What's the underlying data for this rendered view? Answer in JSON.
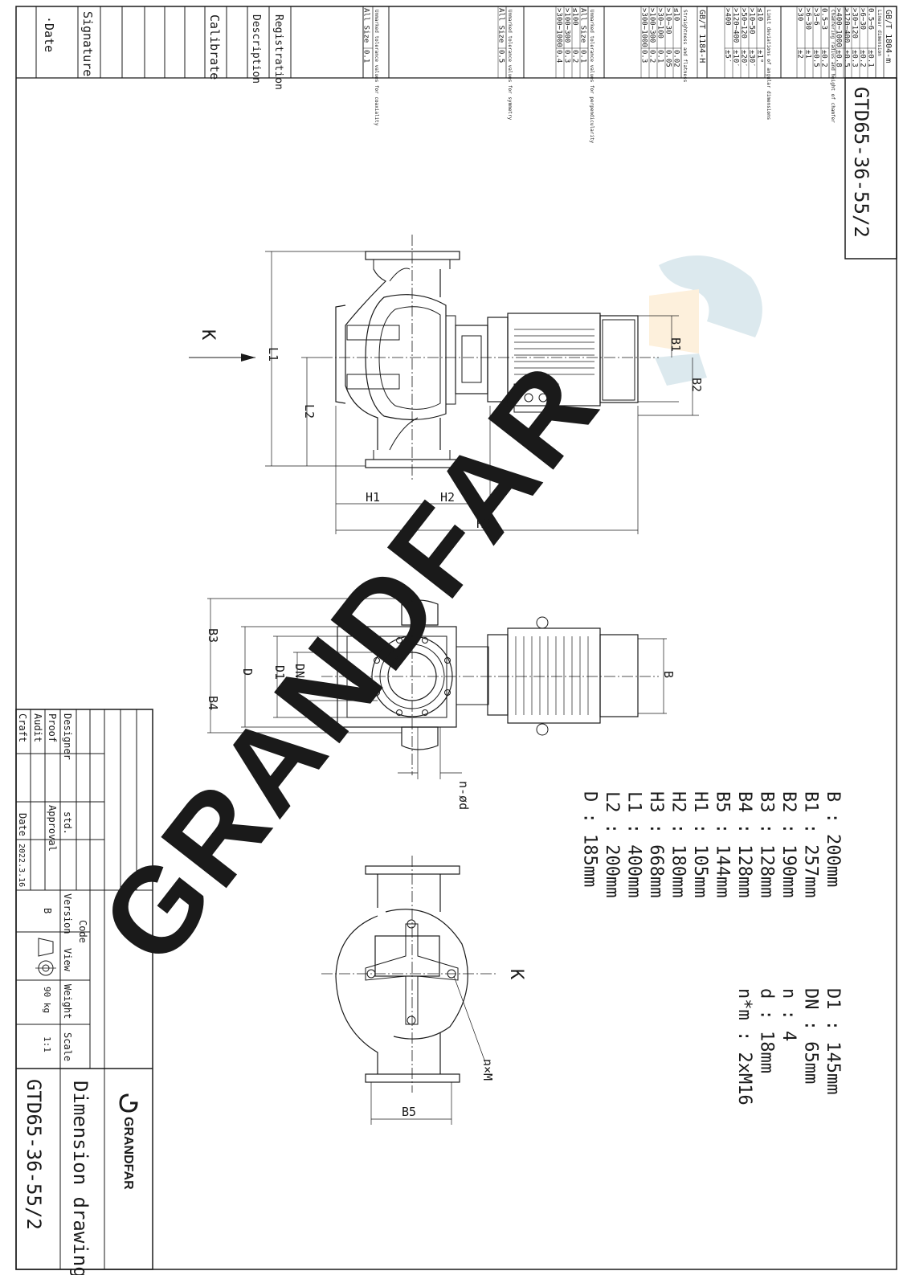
{
  "drawing_code_top": "GTD65-36-55/2",
  "left_margin": {
    "date": "·Date",
    "signature": "Signature",
    "calibrate": "Calibrate",
    "description": "Description",
    "registration": "Registration"
  },
  "tolerance_tables": {
    "linear": {
      "standard": "GB/T 1804-m",
      "title": "Linear dimension",
      "rows": [
        [
          "0.5~6",
          "±0.1"
        ],
        [
          ">6~30",
          "±0.2"
        ],
        [
          ">30~120",
          "±0.3"
        ],
        [
          ">120~400",
          "±0.5"
        ],
        [
          ">400~1000",
          "±0.8"
        ]
      ]
    },
    "chamfer": {
      "title": "Chamfering radius and height of chamfer",
      "rows": [
        [
          "0.5~3",
          "±0.2"
        ],
        [
          ">3~6",
          "±0.5"
        ],
        [
          ">6~30",
          "±1"
        ],
        [
          ">30",
          "±2"
        ]
      ]
    },
    "angular": {
      "title": "Limit deviations of angular dimensions",
      "rows": [
        [
          "≤10",
          "±1°"
        ],
        [
          ">10~50",
          "±30′"
        ],
        [
          ">50~120",
          "±20′"
        ],
        [
          ">120~400",
          "±10′"
        ],
        [
          ">400",
          "±5′"
        ]
      ]
    },
    "straightness": {
      "standard": "GB/T 1184-H",
      "title": "Straightness and flatness",
      "rows": [
        [
          "≤10",
          "0.02"
        ],
        [
          ">10~30",
          "0.05"
        ],
        [
          ">30~100",
          "0.1"
        ],
        [
          ">100~300",
          "0.2"
        ],
        [
          ">300~1000",
          "0.3"
        ]
      ]
    },
    "perpendicularity": {
      "title": "Unmarked tolerance values for perpendicularity",
      "rows": [
        [
          "All Size",
          "0.1"
        ],
        [
          "≤100",
          "0.2"
        ],
        [
          ">100~300",
          "0.3"
        ],
        [
          ">300~1000",
          "0.4"
        ]
      ]
    },
    "symmetry": {
      "title": "Unmarked tolerance values for symmetry",
      "rows": [
        [
          "All Size",
          "0.5"
        ]
      ]
    },
    "coaxiality": {
      "title": "Unmarked tolerance values for coaxiality",
      "rows": [
        [
          "All Size",
          "0.1"
        ]
      ]
    }
  },
  "view_labels": {
    "arrow_k": "K",
    "view_k": "K",
    "n_phi_d": "n-ød",
    "n_x_m": "n×M"
  },
  "dimension_labels": {
    "L1": "L1",
    "L2": "L2",
    "H1": "H1",
    "H2": "H2",
    "H3": "H3",
    "B1": "B1",
    "B2": "B2",
    "B3": "B3",
    "B4": "B4",
    "B5": "B5",
    "B": "B",
    "D": "D",
    "D1": "D1",
    "DN": "DN"
  },
  "dimensions": {
    "col1": [
      "B : 200mm",
      "B1 : 257mm",
      "B2 : 190mm",
      "B3 : 128mm",
      "B4 : 128mm",
      "B5 : 144mm",
      "H1 : 105mm",
      "H2 : 180mm",
      "H3 : 668mm",
      "L1 : 400mm",
      "L2 : 200mm",
      "D : 185mm"
    ],
    "col2": [
      "D1 : 145mm",
      "DN : 65mm",
      "n : 4",
      "d : 18mm",
      "n*m : 2xM16"
    ]
  },
  "title_block": {
    "designer": "Designer",
    "proof": "Proof",
    "audit": "Audit",
    "craft": "Craft",
    "std": "std.",
    "approval": "Approval",
    "date_label": "Date",
    "date_value": "2022.3.16",
    "code_label": "Code",
    "version_label": "Version",
    "version_value": "B",
    "view_label": "View",
    "weight_label": "Weight",
    "weight_value": "90 kg",
    "scale_label": "Scale",
    "scale_value": "1:1",
    "brand": "GRANDFAR",
    "drawing_title": "Dimension drawing",
    "model": "GTD65-36-55/2"
  },
  "watermark": "GRANDFAR",
  "colors": {
    "line": "#1a1a1a",
    "watermark_blue": "#dce9ee",
    "watermark_orange": "#fdf0dc"
  }
}
